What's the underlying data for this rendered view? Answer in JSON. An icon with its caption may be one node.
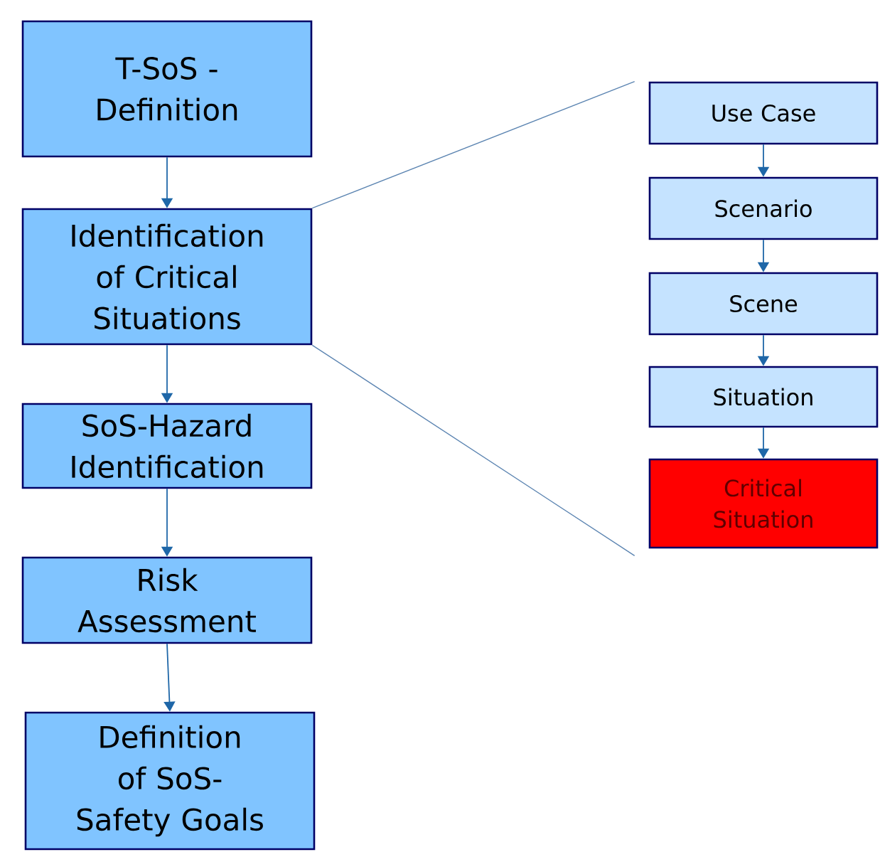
{
  "diagram": {
    "nodes": [
      {
        "text": [
          "T-SoS - Definition"
        ]
      },
      {
        "text": [
          "Identification of Critical Situations"
        ]
      },
      {
        "text": [
          "SoS-Hazard Identification"
        ]
      },
      {
        "text": [
          "Risk Assessment"
        ]
      },
      {
        "text": [
          "Definition of SoS-Safety Goals"
        ]
      },
      {
        "text": [
          "Use Case"
        ]
      },
      {
        "text": [
          "Scenario"
        ]
      },
      {
        "text": [
          "Scene"
        ]
      },
      {
        "text": [
          "Situation"
        ]
      },
      {
        "text": [
          "Critical Situation"
        ]
      }
    ],
    "edges": [
      {
        "from": 0,
        "to": 1,
        "arrow": "to"
      },
      {
        "from": 1,
        "to": 2,
        "arrow": "to"
      },
      {
        "from": 2,
        "to": 3,
        "arrow": "to"
      },
      {
        "from": 3,
        "to": 4,
        "arrow": "to"
      },
      {
        "from": 5,
        "to": 6,
        "arrow": "to"
      },
      {
        "from": 6,
        "to": 7,
        "arrow": "to"
      },
      {
        "from": 7,
        "to": 8,
        "arrow": "to"
      },
      {
        "from": 8,
        "to": 9,
        "arrow": "to"
      },
      {
        "from": 1,
        "to": 5,
        "arrow": "none",
        "color": "#5b84b1"
      },
      {
        "from": 1,
        "to": 9,
        "arrow": "none",
        "color": "#5b84b1"
      }
    ]
  }
}
